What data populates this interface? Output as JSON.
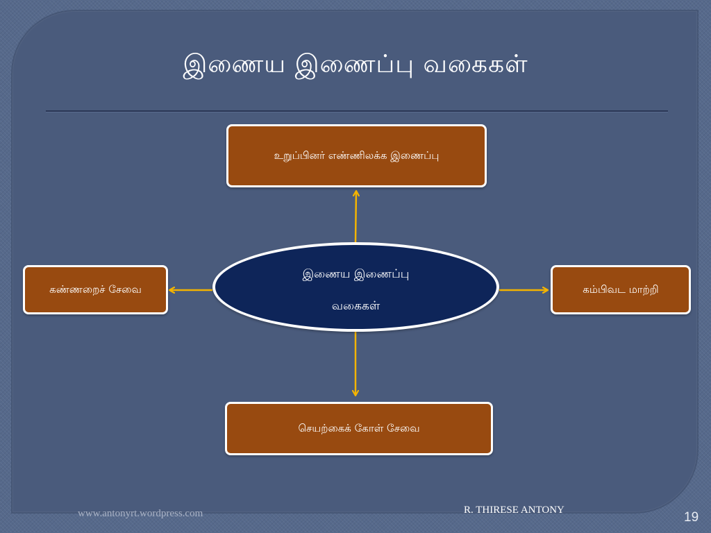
{
  "slide": {
    "title": "இணைய இணைப்பு வகைகள்"
  },
  "diagram": {
    "center": {
      "line1": "இணைய இணைப்பு",
      "line2": "வகைகள்"
    },
    "nodes": {
      "top": "உறுப்பினர் எண்ணிலக்க இணைப்பு",
      "left": "கண்ணறைச் சேவை",
      "right": "கம்பிவட மாற்றி",
      "bottom": "செயற்கைக் கோள் சேவை"
    }
  },
  "footer": {
    "website": "www.antonyrt.wordpress.com",
    "author": "R. THIRESE ANTONY",
    "page_number": "19"
  },
  "colors": {
    "background": "#56698b",
    "panel": "#4a5b7c",
    "node_fill": "#984a10",
    "center_fill": "#0e2559",
    "arrow": "#f4b400"
  }
}
